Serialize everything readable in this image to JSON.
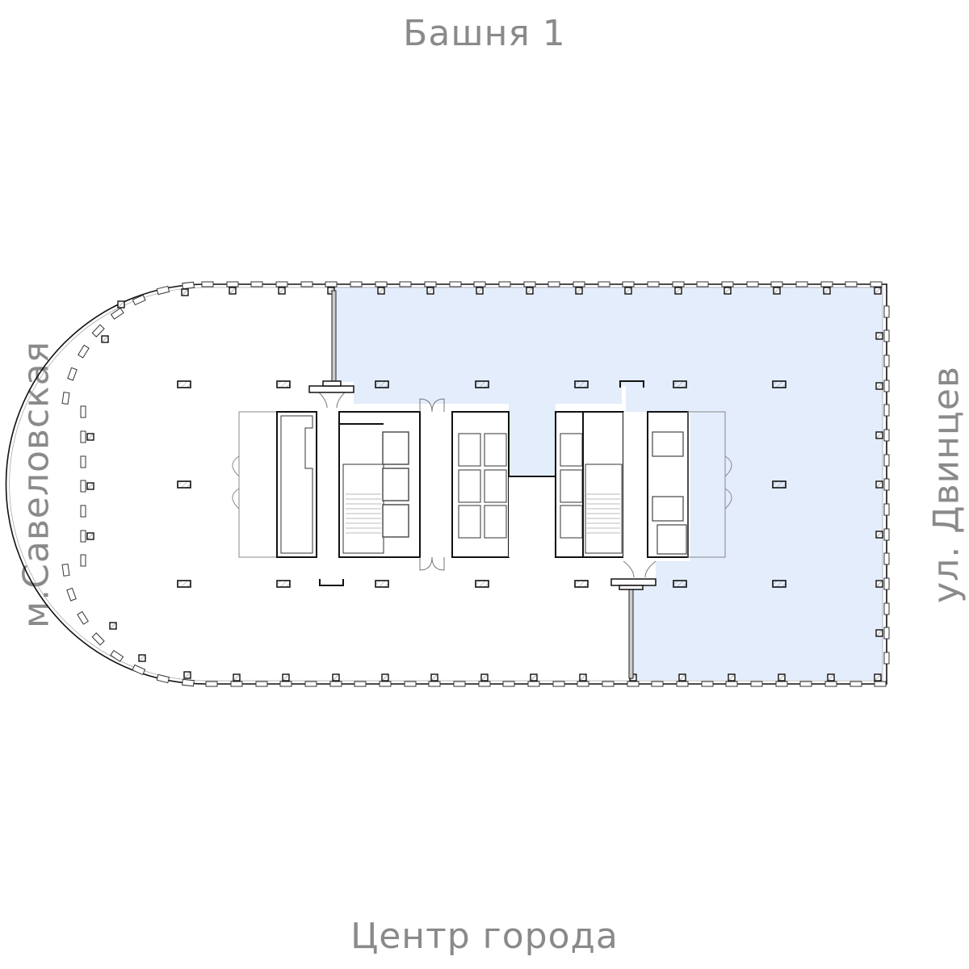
{
  "labels": {
    "top": "Башня 1",
    "bottom": "Центр города",
    "left": "м.Савеловская",
    "right": "ул. Двинцев"
  },
  "plan": {
    "highlight_color": "#e3edfc",
    "wall_color": "#222222",
    "thin_line_color": "#8a8a8a",
    "highlighted_zone": "office-block-east"
  }
}
